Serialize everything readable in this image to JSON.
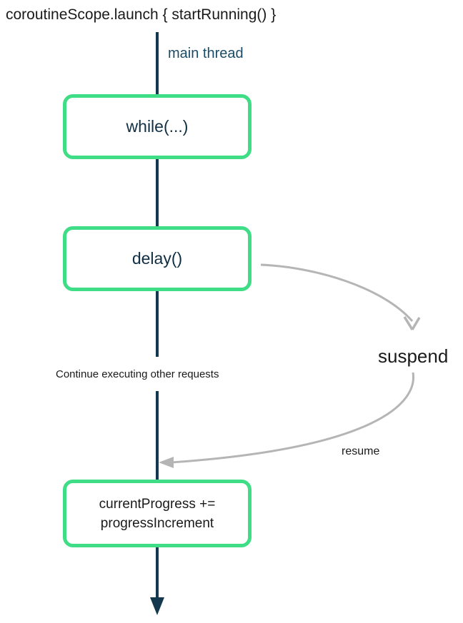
{
  "diagram": {
    "title_code": "coroutineScope.launch { startRunning() }",
    "thread_label": "main thread",
    "nodes": [
      {
        "id": "while",
        "label": "while(...)"
      },
      {
        "id": "delay",
        "label": "delay()"
      },
      {
        "id": "progress",
        "label_line1": "currentProgress +=",
        "label_line2": "progressIncrement"
      }
    ],
    "annotations": {
      "suspend": "suspend",
      "resume": "resume",
      "continue_text": "Continue executing other requests"
    },
    "colors": {
      "green": "#3fdd86",
      "navy": "#14384d",
      "navy-text": "#112f43",
      "thread-label": "#1b4c66",
      "gray": "#b5b5b5",
      "black": "#1a1a1a",
      "bg": "#ffffff"
    }
  }
}
